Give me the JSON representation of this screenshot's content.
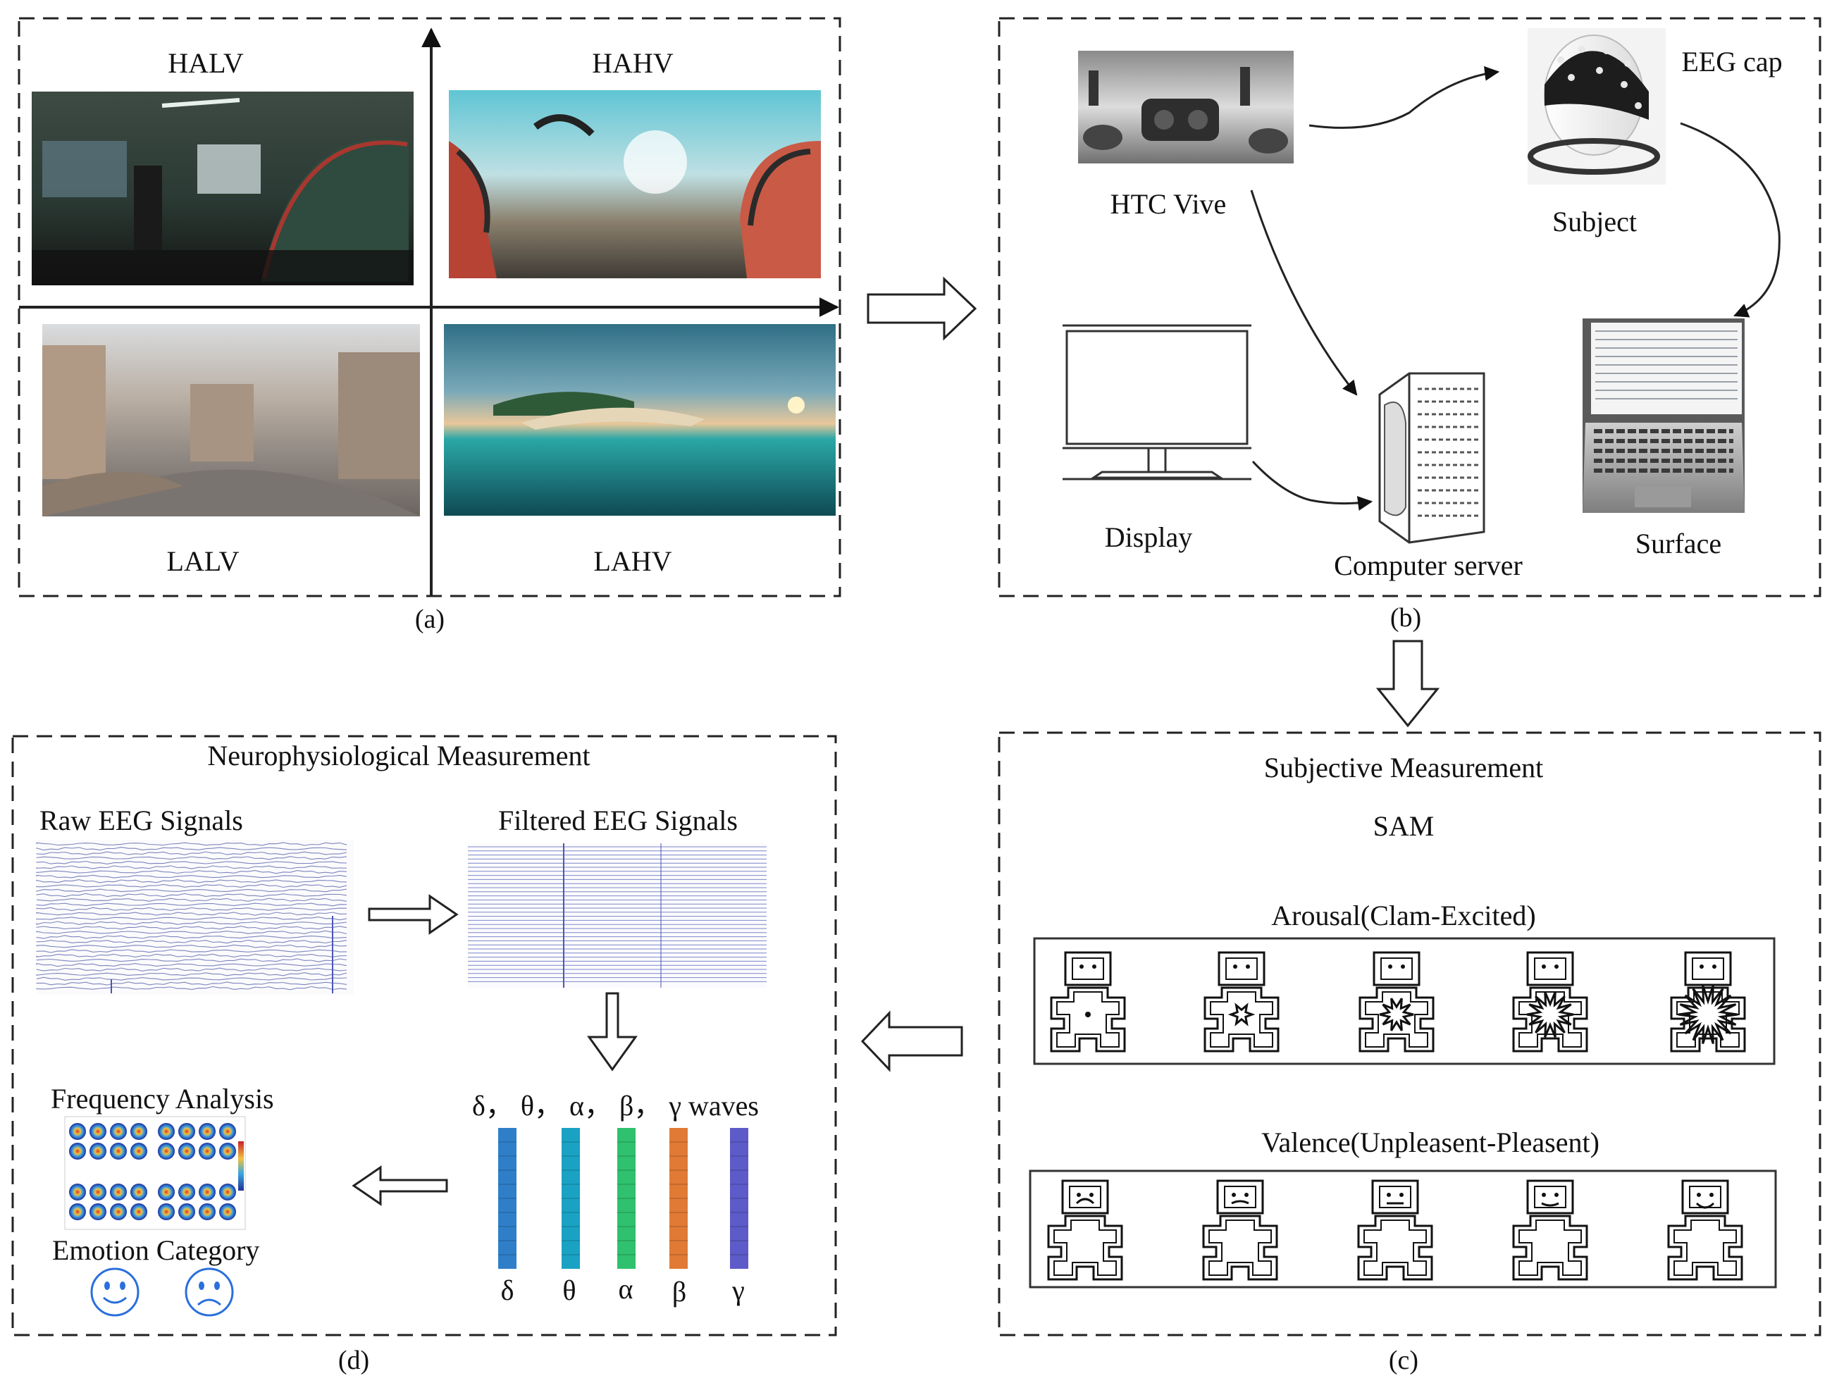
{
  "panel_a": {
    "quadrants": [
      "HALV",
      "HAHV",
      "LALV",
      "LAHV"
    ],
    "caption": "(a)"
  },
  "panel_b": {
    "devices": {
      "htc_vive": "HTC Vive",
      "eeg_cap": "EEG cap",
      "subject": "Subject",
      "display": "Display",
      "computer_server": "Computer server",
      "surface": "Surface"
    },
    "caption": "(b)"
  },
  "panel_c": {
    "title": "Subjective Measurement",
    "method": "SAM",
    "arousal_label": "Arousal(Clam-Excited)",
    "valence_label": "Valence(Unpleasent-Pleasent)",
    "caption": "(c)"
  },
  "panel_d": {
    "title": "Neurophysiological  Measurement",
    "raw_label": "Raw EEG Signals",
    "filtered_label": "Filtered EEG Signals",
    "waves_label": "δ，  θ，  α，  β，  γ waves",
    "bands": [
      {
        "symbol": "δ",
        "color": "#2f7fc8"
      },
      {
        "symbol": "θ",
        "color": "#1aa2c4"
      },
      {
        "symbol": "α",
        "color": "#2fc16e"
      },
      {
        "symbol": "β",
        "color": "#e07a35"
      },
      {
        "symbol": "γ",
        "color": "#5c5bc9"
      }
    ],
    "frequency_label": "Frequency Analysis",
    "emotion_label": "Emotion Category",
    "caption": "(d)"
  },
  "colors": {
    "line": "#222222",
    "eeg_raw": "#6670b0",
    "eeg_filtered": "#4a56b8",
    "emoji": "#2a6fdc"
  }
}
